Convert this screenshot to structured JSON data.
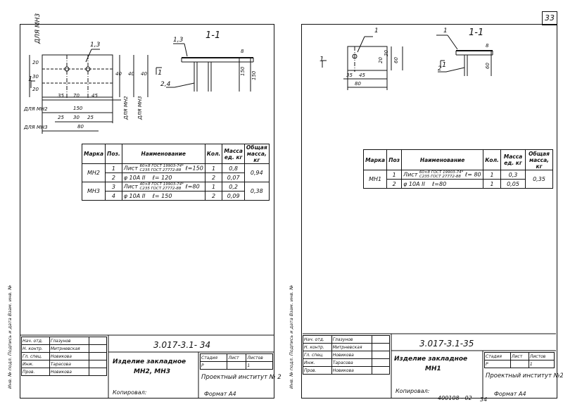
{
  "page_number": "33",
  "left": {
    "section": "1-1",
    "sect_marks": {
      "a": "1",
      "b": "1"
    },
    "callout_plan": "1,3",
    "callout_sect_a": "1,3",
    "callout_sect_b": "2,4",
    "dims": {
      "d20": "20",
      "d30": "30",
      "d20b": "20",
      "d35": "35",
      "d70": "70",
      "d45": "45",
      "d150": "150",
      "d25a": "25",
      "d30b": "30",
      "d25b": "25",
      "d80": "80",
      "d40a": "40",
      "d40b": "40",
      "d40c": "40",
      "d8": "8",
      "d150v": "150",
      "d150s": "150"
    },
    "labels": {
      "for_mn3_top": "ДЛЯ МН3",
      "for_mn2": "ДЛЯ МН2",
      "for_mn3": "ДЛЯ МН3",
      "for_mn2_v": "ДЛЯ МН2",
      "for_mn3_v": "ДЛЯ МН3"
    },
    "table": {
      "headers": {
        "mark": "Марка",
        "pos": "Поз.",
        "name": "Наименование",
        "qty": "Кол.",
        "mass": "Масса ед. кг",
        "total": "Общая масса, кг"
      },
      "rows": [
        {
          "mark": "МН2",
          "pos": "1",
          "name_a": "Лист",
          "name_top": "60×8 ГОСТ 19903-74*",
          "name_bot": "С235 ГОСТ 27772-88",
          "len": "ℓ=150",
          "qty": "1",
          "mass": "0,8",
          "total": "0,94"
        },
        {
          "pos": "2",
          "name_a": "φ 10А II",
          "len": "ℓ= 120",
          "qty": "2",
          "mass": "0,07"
        },
        {
          "mark": "МН3",
          "pos": "3",
          "name_a": "Лист",
          "name_top": "40×8 ГОСТ 19903-74*",
          "name_bot": "С235 ГОСТ 27772-88",
          "len": "ℓ=80",
          "qty": "1",
          "mass": "0,2",
          "total": "0,38"
        },
        {
          "pos": "4",
          "name_a": "φ 10А II",
          "len": "ℓ= 150",
          "qty": "2",
          "mass": "0,09"
        }
      ]
    },
    "title_block": {
      "people": [
        {
          "role": "Нач. отд.",
          "name": "Глазунов"
        },
        {
          "role": "Н. контр.",
          "name": "Митрневская"
        },
        {
          "role": "Гл. спец.",
          "name": "Новикова"
        },
        {
          "role": "Инж.",
          "name": "Тарасова"
        },
        {
          "role": "Пров.",
          "name": "Новикова"
        }
      ],
      "code": "3.017-3.1- 34",
      "product_label": "Изделие закладное",
      "product": "МН2, МН3",
      "stage_h": "Стадия",
      "sheet_h": "Лист",
      "sheets_h": "Листов",
      "stage": "Р",
      "sheets": "1",
      "org": "Проектный институт № 2",
      "copied": "Копировал:",
      "format": "Формат А4",
      "side": "Инв. № подл.   Подпись и дата   Взам. инв. №"
    }
  },
  "right": {
    "section": "1-1",
    "sect_marks": {
      "a": "1",
      "b": "1"
    },
    "callout_plan": "1",
    "callout_sect_a": "1",
    "callout_sect_b": "2",
    "dims": {
      "d20": "20",
      "d30": "30",
      "d60": "60",
      "d35": "35",
      "d45": "45",
      "d80": "80",
      "d8": "8",
      "d60s": "60"
    },
    "table": {
      "headers": {
        "mark": "Марка",
        "pos": "Поз",
        "name": "Наименование",
        "qty": "Кол.",
        "mass": "Масса ед. кг",
        "total": "Общая масса, кг"
      },
      "rows": [
        {
          "mark": "МН1",
          "pos": "1",
          "name_a": "Лист",
          "name_top": "60×8 ГОСТ 19903-74*",
          "name_bot": "С235 ГОСТ 27772-88",
          "len": "ℓ= 80",
          "qty": "1",
          "mass": "0,3",
          "total": "0,35"
        },
        {
          "pos": "2",
          "name_a": "φ 10А II",
          "len": "ℓ=80",
          "qty": "1",
          "mass": "0,05"
        }
      ]
    },
    "title_block": {
      "people": [
        {
          "role": "Нач. отд.",
          "name": "Глазунов"
        },
        {
          "role": "Н. контр.",
          "name": "Митрневская"
        },
        {
          "role": "Гл. спец.",
          "name": "Новикова"
        },
        {
          "role": "Инж.",
          "name": "Тарасова"
        },
        {
          "role": "Пров.",
          "name": "Новикова"
        }
      ],
      "code": "3.017-3.1-35",
      "product_label": "Изделие закладное",
      "product": "МН1",
      "stage_h": "Стадия",
      "sheet_h": "Лист",
      "sheets_h": "Листов",
      "stage": "Р",
      "sheets": "1",
      "org": "Проектный институт №2",
      "copied": "Копировал:",
      "inv": "400108 - 02",
      "sheet_no": "34",
      "format": "Формат А4",
      "side": "Инв. № подл.   Подпись и дата   Взам. инв. №"
    }
  }
}
